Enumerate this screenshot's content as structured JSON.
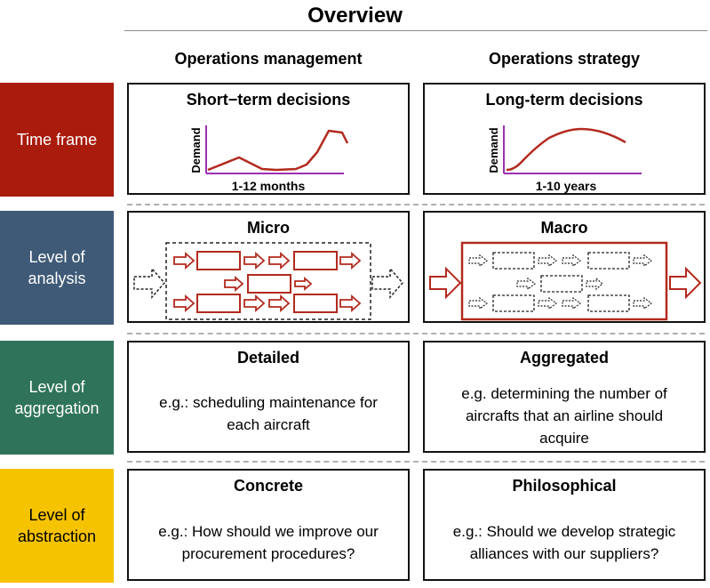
{
  "title": "Overview",
  "columns": {
    "left": "Operations management",
    "right": "Operations strategy"
  },
  "rows": [
    {
      "label": [
        "Time frame"
      ],
      "color": "#a91b0d"
    },
    {
      "label": [
        "Level of",
        "analysis"
      ],
      "color": "#3f5a77"
    },
    {
      "label": [
        "Level of",
        "aggregation"
      ],
      "color": "#2f745a"
    },
    {
      "label": [
        "Level of",
        "abstraction"
      ],
      "color": "#f5c300"
    }
  ],
  "time_frame": {
    "left": {
      "title": "Short−term decisions",
      "ylabel": "Demand",
      "xlabel": "1-12 months"
    },
    "right": {
      "title": "Long-term decisions",
      "ylabel": "Demand",
      "xlabel": "1-10 years"
    }
  },
  "analysis": {
    "left": {
      "title": "Micro"
    },
    "right": {
      "title": "Macro"
    }
  },
  "aggregation": {
    "left": {
      "title": "Detailed",
      "text": [
        "e.g.: scheduling maintenance for",
        "each aircraft"
      ]
    },
    "right": {
      "title": "Aggregated",
      "text": [
        "e.g. determining the number of",
        "aircrafts that an airline should",
        "acquire"
      ]
    }
  },
  "abstraction": {
    "left": {
      "title": "Concrete",
      "text": [
        "e.g.: How should we improve our",
        "procurement procedures?"
      ]
    },
    "right": {
      "title": "Philosophical",
      "text": [
        "e.g.: Should we develop strategic",
        "alliances with our suppliers?"
      ]
    }
  },
  "colors": {
    "accent_red": "#b22a1e",
    "axis_purple": "#9b30b0",
    "border": "#111111"
  }
}
